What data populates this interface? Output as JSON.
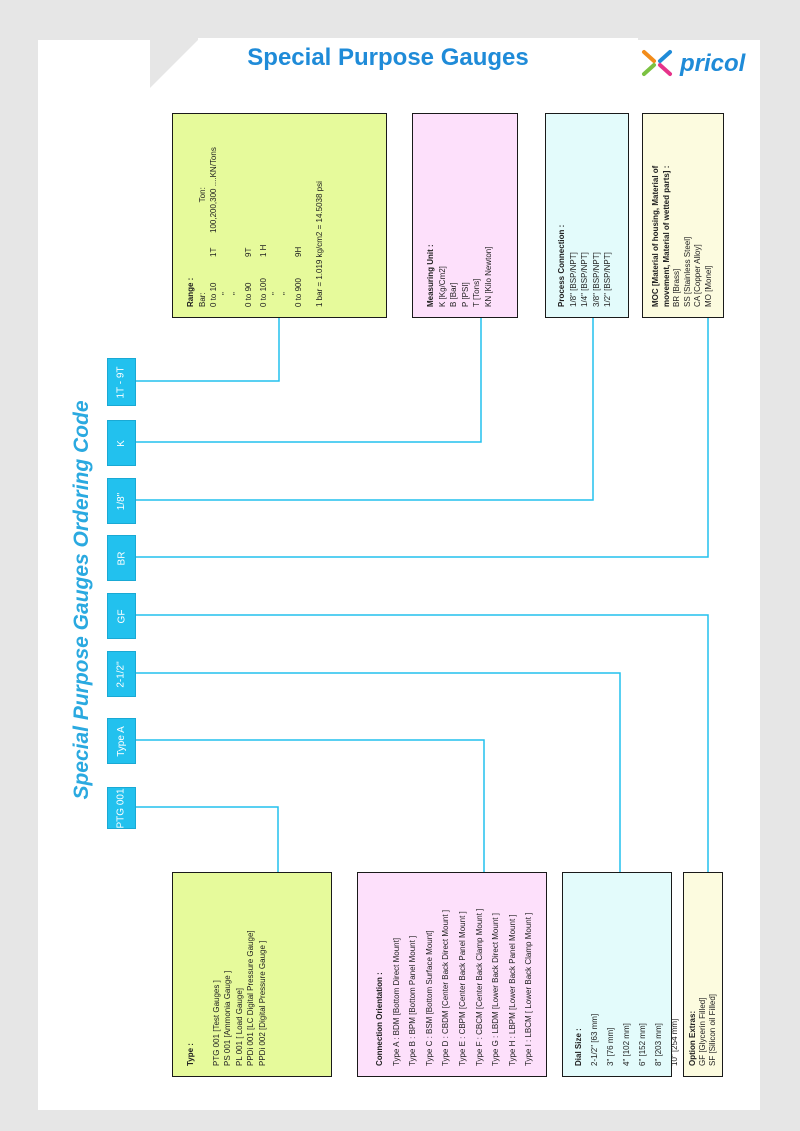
{
  "header": {
    "title": "Special Purpose Gauges",
    "logo_text": "pricol"
  },
  "ordering_title": "Special Purpose Gauges Ordering Code",
  "codes": [
    "PTG 001",
    "Type A",
    "2-1/2\"",
    "GF",
    "BR",
    "1/8\"",
    "K",
    "1T - 9T"
  ],
  "range": {
    "heading": "Range :",
    "bar_label": "Bar:",
    "ton_label": "Ton:",
    "rows": [
      [
        "0 to 10",
        "1T",
        "100,200,300 ....KN/Tons"
      ],
      [
        "\"",
        "",
        ""
      ],
      [
        "\"",
        "",
        ""
      ],
      [
        "0 to 90",
        "9T",
        ""
      ],
      [
        "0 to 100",
        "1 H",
        ""
      ],
      [
        "\"",
        "",
        ""
      ],
      [
        "\"",
        "",
        ""
      ],
      [
        "0 to 900",
        "9H",
        ""
      ]
    ],
    "note": "1 bar = 1.019 kg/cm2 = 14.5038 psi"
  },
  "measuring": {
    "heading": "Measuring Unit :",
    "items": [
      "K [Kg/Cm2]",
      "B [Bar]",
      "P [PSI]",
      "T [Tons]",
      "KN [Kilo Newton]"
    ]
  },
  "process": {
    "heading": "Process Connection :",
    "items": [
      "1/8\" [BSP/NPT]",
      "1/4\" [BSP/NPT]",
      "3/8\" [BSP/NPT]",
      "1/2\" [BSP/NPT]"
    ]
  },
  "moc": {
    "heading1": "MOC [Material of housing, Material of",
    "heading2": "movement, Material of wetted parts] :",
    "items": [
      "BR [Brass]",
      "SS [Stainless Steel]",
      "CA [Copper Alloy]",
      "MO [Monel]"
    ]
  },
  "type": {
    "heading": "Type :",
    "items": [
      "PTG 001 [Test Gauges ]",
      "PS 001 [Ammonia Gauge ]",
      "PL 001 [ Load Gauge]",
      "PPDi 001 [LC Digital Pressure Gauge]",
      "PPDi 002 [Digital Pressure Gauge ]"
    ]
  },
  "connection": {
    "heading": "Connection Orientation :",
    "items": [
      "Type A : BDM [Bottom Direct Mount]",
      "Type B : BPM [Bottom Panel Mount ]",
      "Type C : BSM [Bottom Surface Mount]",
      "Type D : CBDM [Center Back Direct Mount ]",
      "Type E : CBPM [Center Back Panel Mount ]",
      "Type F : CBCM [Center Back Clamp Mount ]",
      "Type G : LBDM [Lower Back Direct Mount ]",
      "Type H : LBPM [Lower Back Panel Mount ]",
      "Type  I : LBCM [ Lower Back Clamp Mount ]"
    ]
  },
  "dial": {
    "heading": "Dial Size :",
    "items": [
      "2-1/2\" [63 mm]",
      "3\" [76 mm]",
      "4\" [102 mm]",
      "6\" [152 mm]",
      "8\" [203 mm]",
      "10\" [254 mm]"
    ]
  },
  "options": {
    "heading": "Option Extras:",
    "items": [
      "GF [Glycerin Filled]",
      "SF [Silicon oil Filled]"
    ]
  },
  "colors": {
    "accent": "#1f8bd8",
    "code_box": "#22c1ee",
    "green_box": "#e6fa9b",
    "pink_box": "#fde0fb",
    "cyan_box": "#e3fbfb",
    "cream_box": "#fcfbdf"
  }
}
